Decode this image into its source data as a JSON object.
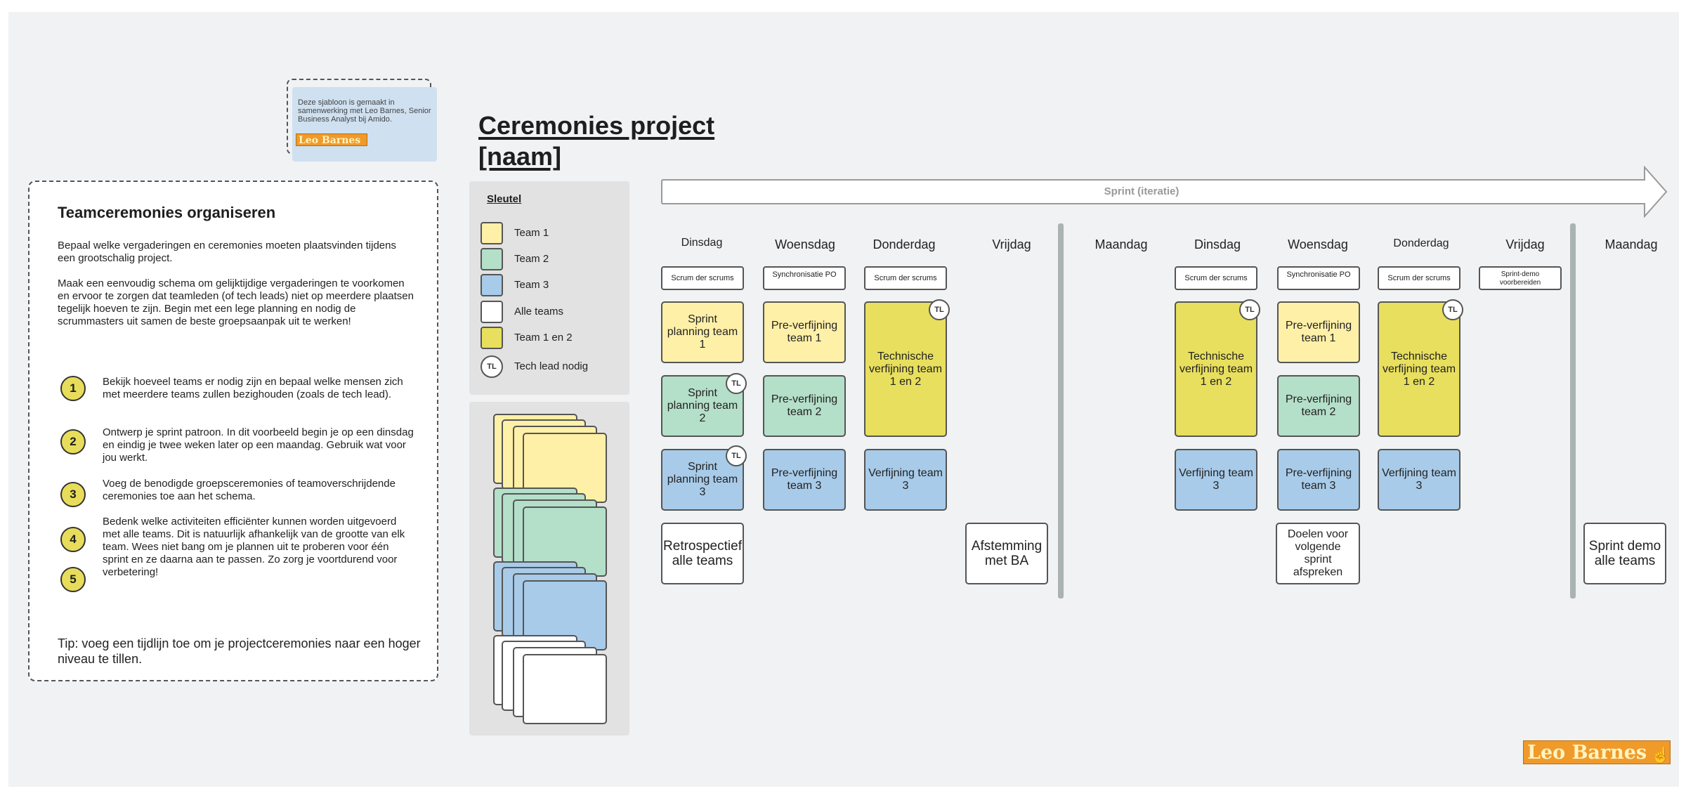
{
  "credit": {
    "text": "Deze sjabloon is gemaakt in samenwerking met Leo Barnes, Senior Business Analyst bij Amido.",
    "logo": "Leo Barnes"
  },
  "instructions": {
    "title": "Teamceremonies organiseren",
    "p1": "Bepaal welke vergaderingen en ceremonies moeten plaatsvinden tijdens een grootschalig project.",
    "p2": "Maak een eenvoudig schema om gelijktijdige vergaderingen te voorkomen en ervoor te zorgen dat teamleden (of tech leads) niet op meerdere plaatsen tegelijk hoeven te zijn. Begin met een lege planning en nodig de scrummasters uit samen de beste groepsaanpak uit te werken!",
    "steps": [
      {
        "num": "1",
        "text": "Bekijk hoeveel teams er nodig zijn en bepaal welke mensen zich met meerdere teams zullen bezighouden (zoals de tech lead)."
      },
      {
        "num": "2",
        "text": "Ontwerp je sprint patroon. In dit voorbeeld begin je op een dinsdag en eindig je twee weken later op een maandag. Gebruik wat voor jou werkt."
      },
      {
        "num": "3",
        "text": "Voeg de benodigde  groepsceremonies of teamoverschrijdende ceremonies toe aan het schema."
      },
      {
        "num": "4",
        "text": "Bedenk welke activiteiten efficiënter kunnen worden uitgevoerd met alle teams. Dit is natuurlijk afhankelijk van de grootte van elk team. Wees niet bang om je plannen uit te proberen voor één sprint en ze daarna aan te passen. Zo zorg je voortdurend voor verbetering!"
      },
      {
        "num": "5",
        "text": ""
      }
    ],
    "tip": "Tip: voeg een tijdlijn toe om je projectceremonies naar een hoger niveau te tillen."
  },
  "board": {
    "title": "Ceremonies project [naam]",
    "sprint_label": "Sprint (iteratie)"
  },
  "key": {
    "title": "Sleutel",
    "items": [
      {
        "label": "Team 1",
        "color": "#fff0a8"
      },
      {
        "label": "Team 2",
        "color": "#b4dfc9"
      },
      {
        "label": "Team 3",
        "color": "#a8cbe9"
      },
      {
        "label": "Alle teams",
        "color": "#ffffff"
      },
      {
        "label": "Team 1 en 2",
        "color": "#e8df5e"
      }
    ],
    "tl_badge": "TL",
    "tl_label": "Tech lead nodig"
  },
  "days": [
    "Dinsdag",
    "Woensdag",
    "Donderdag",
    "Vrijdag",
    "Maandag",
    "Dinsdag",
    "Woensdag",
    "Donderdag",
    "Vrijdag",
    "Maandag"
  ],
  "small_cards": {
    "scrum1": "Scrum der scrums",
    "sync1": "Synchronisatie PO",
    "scrum2": "Scrum der scrums",
    "scrum3": "Scrum der scrums",
    "sync2": "Synchronisatie PO",
    "scrum4": "Scrum der scrums",
    "demo_prep": "Sprint-demo voorbereiden"
  },
  "cards": {
    "sp1": "Sprint planning team 1",
    "sp2": "Sprint planning team 2",
    "sp3": "Sprint planning team 3",
    "pv1a": "Pre-verfijning team 1",
    "pv2a": "Pre-verfijning team 2",
    "pv3a": "Pre-verfijning team 3",
    "tv1": "Technische verfijning team 1 en 2",
    "vf3a": "Verfijning team 3",
    "retro": "Retrospectief alle teams",
    "afst": "Afstemming met BA",
    "tv2": "Technische verfijning team 1 en 2",
    "vf3b": "Verfijning team 3",
    "pv1b": "Pre-verfijning team 1",
    "pv2b": "Pre-verfijning team 2",
    "pv3b": "Pre-verfijning team 3",
    "doelen": "Doelen voor volgende sprint afspreken",
    "tv3": "Technische verfijning team 1 en 2",
    "vf3c": "Verfijning team 3",
    "demo": "Sprint demo alle teams"
  },
  "brand": {
    "logo": "Leo Barnes"
  }
}
